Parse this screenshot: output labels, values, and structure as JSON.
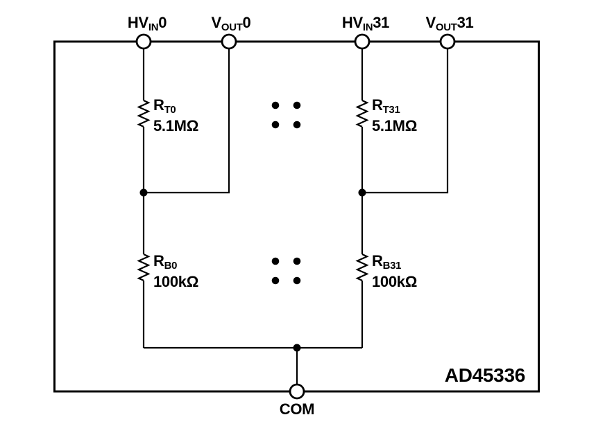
{
  "part_label": "AD45336",
  "terminals": {
    "hvin0": {
      "pre": "HV",
      "sub": "IN",
      "post": "0"
    },
    "vout0": {
      "pre": "V",
      "sub": "OUT",
      "post": "0"
    },
    "hvin31": {
      "pre": "HV",
      "sub": "IN",
      "post": "31"
    },
    "vout31": {
      "pre": "V",
      "sub": "OUT",
      "post": "31"
    },
    "com": {
      "label": "COM"
    }
  },
  "resistors": {
    "rt0": {
      "pre": "R",
      "sub": "T0",
      "value": "5.1MΩ"
    },
    "rb0": {
      "pre": "R",
      "sub": "B0",
      "value": "100kΩ"
    },
    "rt31": {
      "pre": "R",
      "sub": "T31",
      "value": "5.1MΩ"
    },
    "rb31": {
      "pre": "R",
      "sub": "B31",
      "value": "100kΩ"
    }
  },
  "colors": {
    "ink": "#000000",
    "background": "#ffffff"
  }
}
